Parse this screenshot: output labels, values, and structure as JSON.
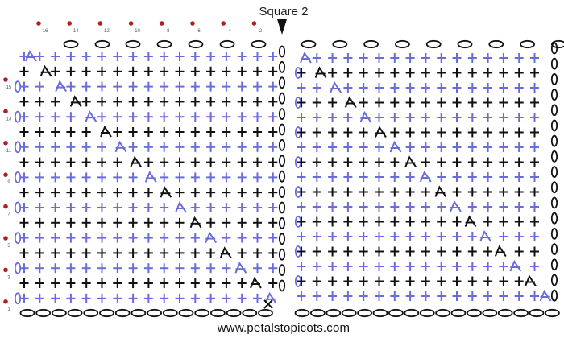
{
  "title": "Square 2",
  "footer": "www.petalstopicots.com",
  "colors": {
    "black_stitch": "#111111",
    "blue_stitch": "#6a6cdc",
    "marker_dot": "#b51e1e",
    "number_text": "#555555"
  },
  "left_row_numbers": [
    "15",
    "13",
    "11",
    "9",
    "7",
    "5",
    "3",
    "1"
  ],
  "top_row_numbers": [
    "16",
    "14",
    "12",
    "10",
    "8",
    "6",
    "4",
    "2"
  ],
  "icons": {
    "arrow": "down-arrow-icon",
    "chain": "chain-oval-icon",
    "single_crochet": "plus-icon",
    "decrease": "decrease-icon",
    "slip_stitch": "x-icon"
  }
}
